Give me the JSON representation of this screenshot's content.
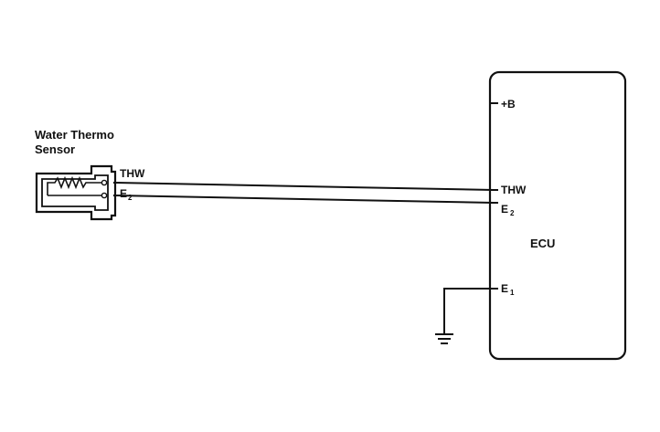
{
  "sensor": {
    "title_line1": "Water Thermo",
    "title_line2": "Sensor",
    "pin_thw": "THW",
    "pin_e2_main": "E",
    "pin_e2_sub": "2"
  },
  "ecu": {
    "label": "ECU",
    "pin_b": "+B",
    "pin_thw": "THW",
    "pin_e2_main": "E",
    "pin_e2_sub": "2",
    "pin_e1_main": "E",
    "pin_e1_sub": "1"
  },
  "icons": {
    "ground": "ground-symbol-icon",
    "thermistor": "thermistor-resistor-icon"
  },
  "colors": {
    "line": "#111111",
    "background": "#ffffff"
  }
}
